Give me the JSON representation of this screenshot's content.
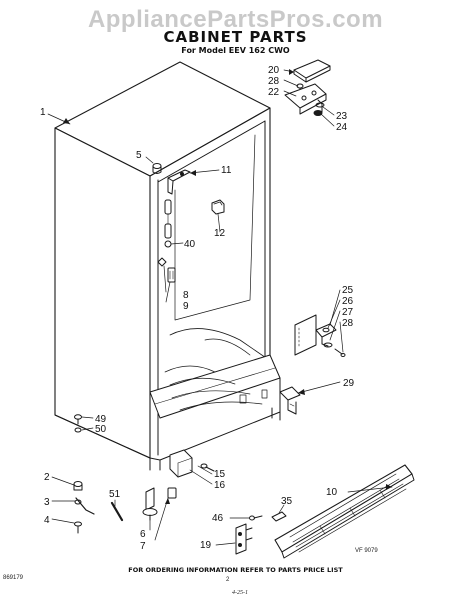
{
  "header": {
    "watermark": "AppliancePartsPros.com",
    "title": "CABINET PARTS",
    "subtitle": "For Model EEV 162 CWO"
  },
  "footer": {
    "ordering_note": "FOR ORDERING INFORMATION REFER TO PARTS PRICE LIST",
    "page_number": "2",
    "figure_code": "869179",
    "vf_code": "VF 9079",
    "bottom_note": "4-25-1"
  },
  "callouts": {
    "c1": "1",
    "c2": "2",
    "c3": "3",
    "c4": "4",
    "c5": "5",
    "c6": "6",
    "c7": "7",
    "c8": "8",
    "c9": "9",
    "c10": "10",
    "c11": "11",
    "c12": "12",
    "c15": "15",
    "c16": "16",
    "c19": "19",
    "c20": "20",
    "c22": "22",
    "c23": "23",
    "c24": "24",
    "c25": "25",
    "c26": "26",
    "c27": "27",
    "c28a": "28",
    "c28b": "28",
    "c29": "29",
    "c35": "35",
    "c40": "40",
    "c46": "46",
    "c49": "49",
    "c50": "50",
    "c51": "51"
  }
}
